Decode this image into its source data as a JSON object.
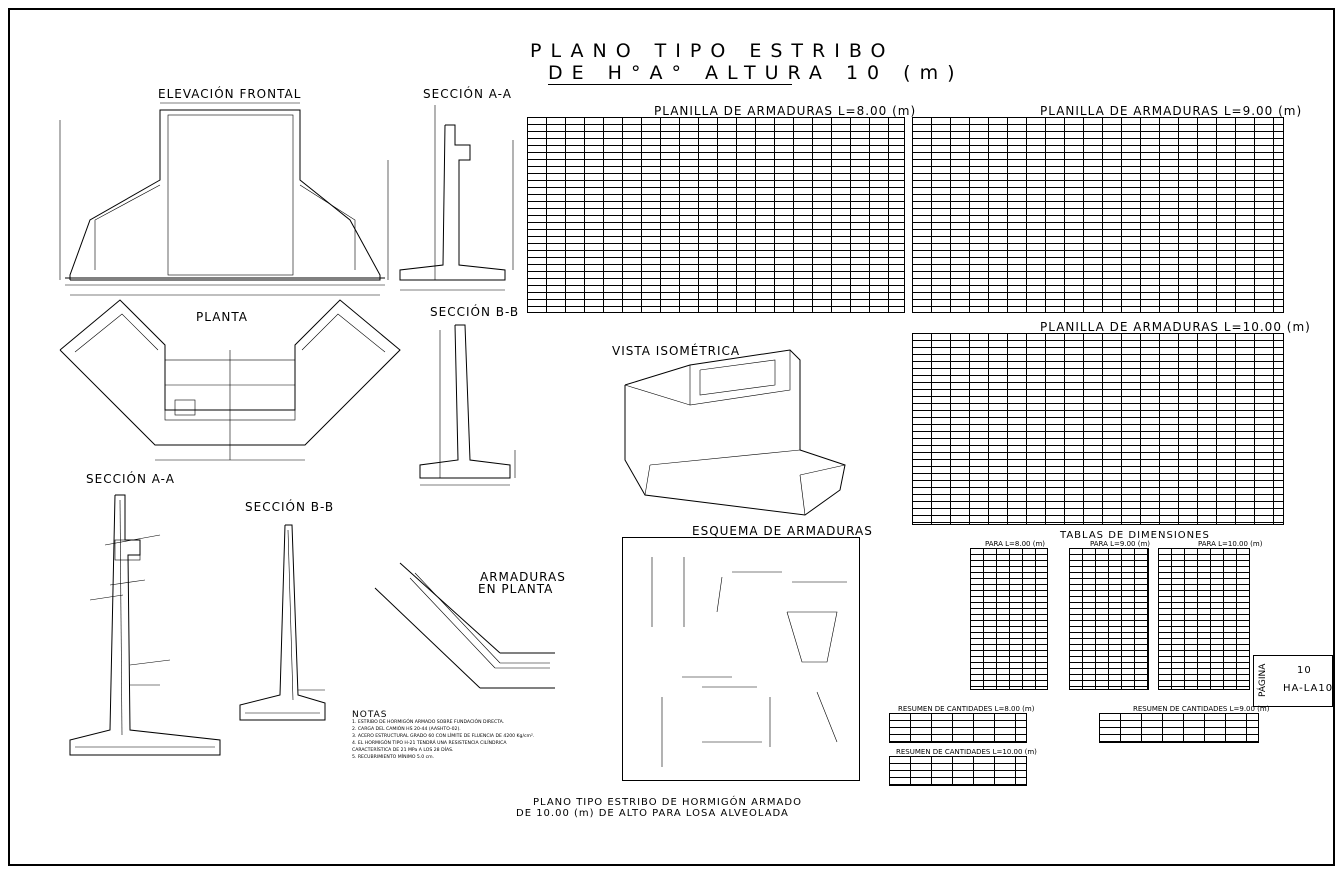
{
  "sheet": {
    "title_line1": "PLANO TIPO ESTRIBO",
    "title_line2": "DE H°A° ALTURA 10 (m)",
    "footer_line1": "PLANO TIPO ESTRIBO DE HORMIGÓN ARMADO",
    "footer_line2": "DE 10.00 (m) DE ALTO PARA LOSA ALVEOLADA"
  },
  "views": {
    "elevacion_frontal": "ELEVACIÓN FRONTAL",
    "seccion_aa_top": "SECCIÓN A-A",
    "planta": "PLANTA",
    "seccion_bb_top": "SECCIÓN B-B",
    "seccion_aa_bottom": "SECCIÓN A-A",
    "seccion_bb_bottom": "SECCIÓN B-B",
    "armaduras_planta_1": "ARMADURAS",
    "armaduras_planta_2": "EN PLANTA",
    "vista_isometrica": "VISTA ISOMÉTRICA",
    "esquema_armaduras": "ESQUEMA DE ARMADURAS"
  },
  "tables": {
    "planilla_8": "PLANILLA DE ARMADURAS L=8.00 (m)",
    "planilla_9": "PLANILLA DE ARMADURAS L=9.00 (m)",
    "planilla_10": "PLANILLA DE ARMADURAS L=10.00 (m)",
    "tablas_dimensiones": "TABLAS DE DIMENSIONES",
    "para_8": "PARA L=8.00 (m)",
    "para_9": "PARA L=9.00 (m)",
    "para_10": "PARA L=10.00 (m)",
    "resumen_8": "RESUMEN DE CANTIDADES L=8.00 (m)",
    "resumen_9": "RESUMEN DE CANTIDADES L=9.00 (m)",
    "resumen_10": "RESUMEN DE CANTIDADES L=10.00 (m)"
  },
  "notes": {
    "heading": "NOTAS",
    "items": [
      "1. ESTRIBO DE HORMIGÓN ARMADO SOBRE FUNDACIÓN DIRECTA.",
      "2. CARGA DEL CAMIÓN HS 20-44 (AASHTO-02).",
      "3. ACERO ESTRUCTURAL GRADO 60 CON LÍMITE DE FLUENCIA DE 4200 Kg/cm².",
      "4. EL HORMIGÓN TIPO H-21 TENDRÁ UNA RESISTENCIA CILÍNDRICA",
      "   CARACTERÍSTICA DE 21 MPa A LOS 28 DÍAS.",
      "5. RECUBRIMIENTO MÍNIMO 5.0 cm."
    ]
  },
  "page_box": {
    "label": "PÁGINA",
    "number": "10",
    "code": "HA-LA10"
  }
}
